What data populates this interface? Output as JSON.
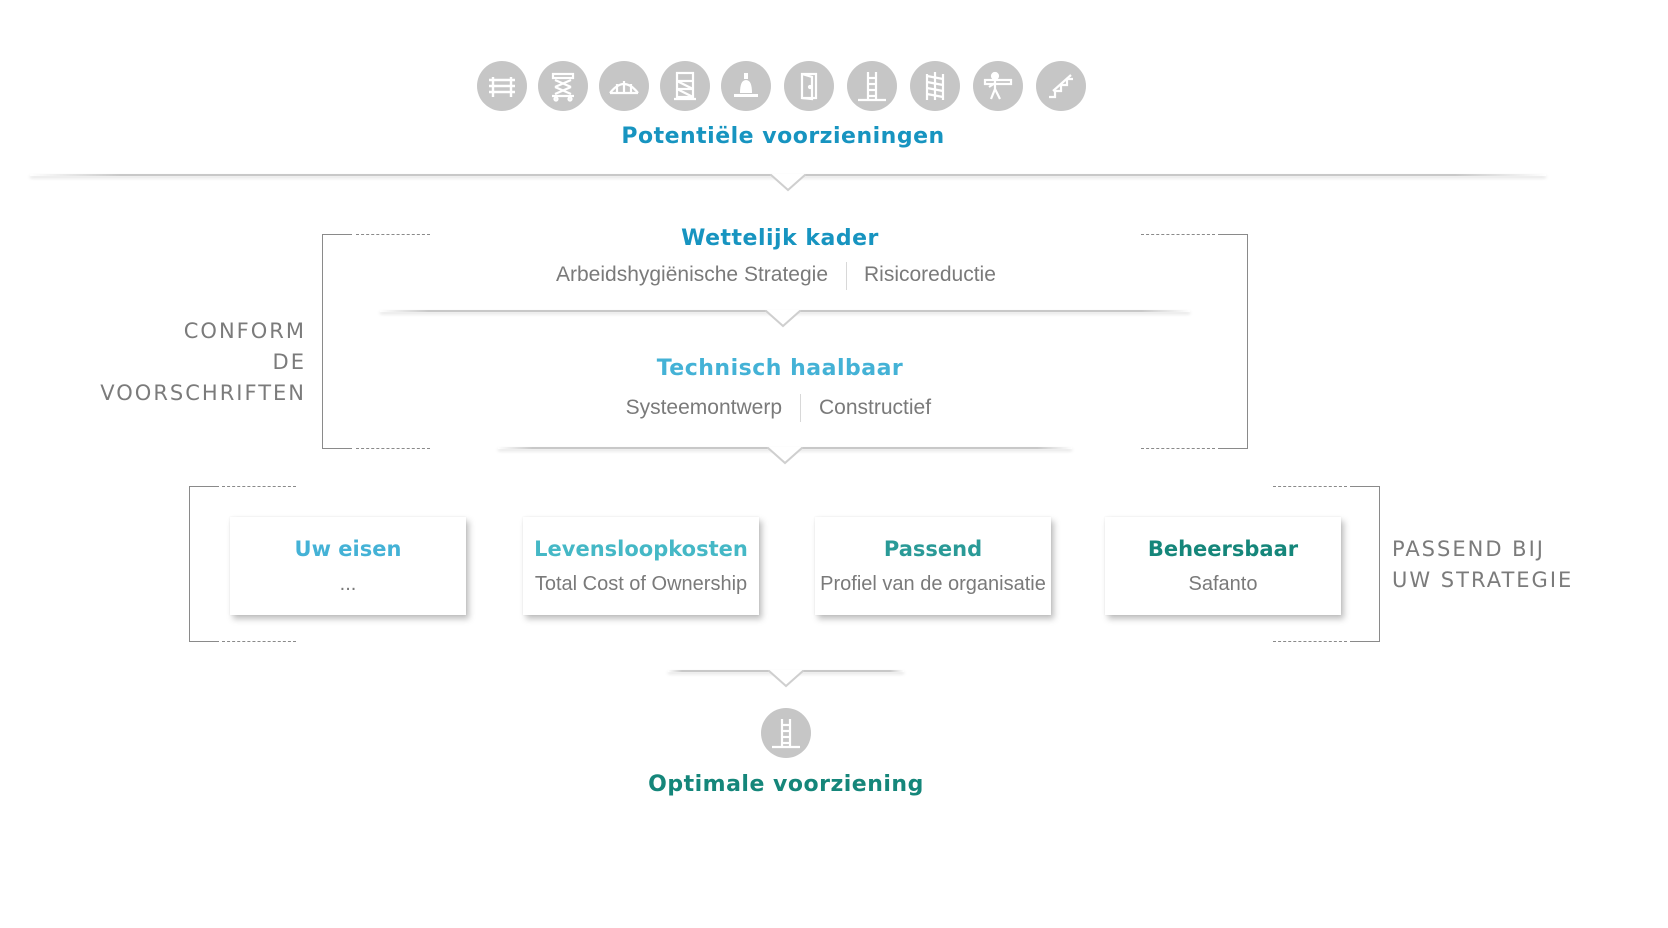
{
  "colors": {
    "blue": "#1794c0",
    "light_blue": "#44b2d6",
    "teal_light": "#45b8c6",
    "teal": "#2a9a97",
    "teal_dark": "#15867a",
    "gray_text": "#7a7a7a",
    "icon_gray": "#c6c6c6"
  },
  "top": {
    "icons": [
      "barrier-icon",
      "scissor-lift-icon",
      "bridge-icon",
      "scaffold-tower-icon",
      "bell-weight-icon",
      "door-icon",
      "ladder-icon",
      "spiral-stair-icon",
      "worker-carrying-icon",
      "stairs-icon"
    ],
    "title": "Potentiële voorzieningen"
  },
  "compliance": {
    "side_label_line1": "CONFORM",
    "side_label_line2": "DE VOORSCHRIFTEN",
    "legal": {
      "title": "Wettelijk kader",
      "left": "Arbeidshygiënische Strategie",
      "right": "Risicoreductie"
    },
    "technical": {
      "title": "Technisch haalbaar",
      "left": "Systeemontwerp",
      "right": "Constructief"
    }
  },
  "strategy": {
    "side_label_line1": "PASSEND BIJ",
    "side_label_line2": "UW STRATEGIE",
    "cards": [
      {
        "title": "Uw eisen",
        "subtitle": "..."
      },
      {
        "title": "Levensloopkosten",
        "subtitle": "Total Cost of Ownership"
      },
      {
        "title": "Passend",
        "subtitle": "Profiel van de organisatie"
      },
      {
        "title": "Beheersbaar",
        "subtitle": "Safanto"
      }
    ]
  },
  "result": {
    "icon": "ladder-icon",
    "title": "Optimale voorziening"
  }
}
